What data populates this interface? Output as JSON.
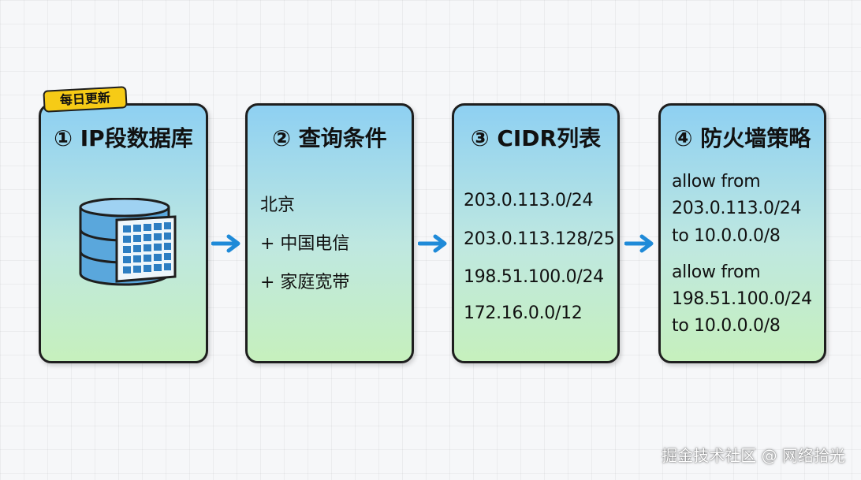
{
  "badge": "每日更新",
  "cards": [
    {
      "title": "① IP段数据库",
      "icon": "database-icon"
    },
    {
      "title": "② 查询条件",
      "lines": [
        "北京",
        "+ 中国电信",
        "+ 家庭宽带"
      ]
    },
    {
      "title": "③ CIDR列表",
      "lines": [
        "203.0.113.0/24",
        "203.0.113.128/25",
        "198.51.100.0/24",
        "172.16.0.0/12"
      ]
    },
    {
      "title": "④ 防火墙策略",
      "lines": [
        "allow from",
        "203.0.113.0/24",
        "to 10.0.0.0/8",
        "allow from",
        "198.51.100.0/24",
        "to 10.0.0.0/8"
      ]
    }
  ],
  "watermark": "掘金技术社区 @ 网络拾光",
  "colors": {
    "arrow": "#1f8ad8",
    "badge": "#f6cb16",
    "card_top": "#8ed0f2",
    "card_bottom": "#c6f0bd",
    "db_blue": "#5aa7dc",
    "table_blue": "#2d7ec2"
  }
}
